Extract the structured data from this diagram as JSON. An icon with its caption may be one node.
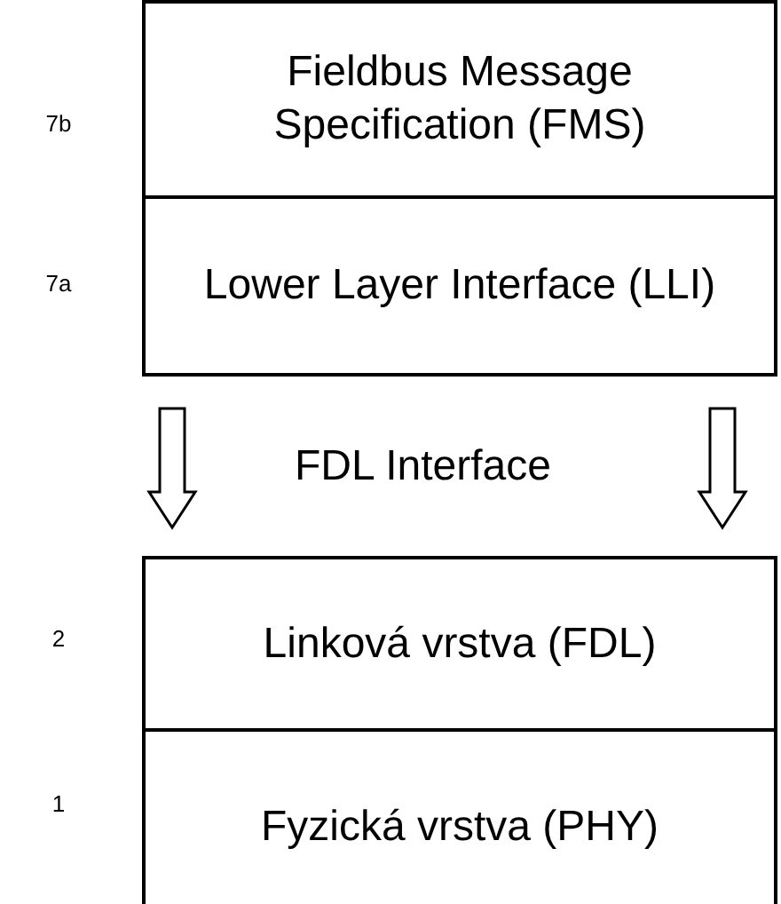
{
  "diagram": {
    "nodes": [
      {
        "text": [
          "Fieldbus Message Specification (FMS)"
        ],
        "beside": [
          "7b"
        ]
      },
      {
        "text": [
          "Lower Layer Interface (LLI)"
        ],
        "beside": [
          "7a"
        ]
      },
      {
        "text": [
          "Linková vrstva (FDL)"
        ],
        "beside": [
          "2"
        ]
      },
      {
        "text": [
          "Fyzická vrstva (PHY)"
        ],
        "beside": [
          "1"
        ]
      }
    ],
    "edges": [
      {
        "from": 1,
        "to": 2,
        "arrow": "to"
      },
      {
        "from": 1,
        "to": 2,
        "arrow": "to"
      }
    ],
    "labels": [
      "FDL Interface"
    ]
  }
}
